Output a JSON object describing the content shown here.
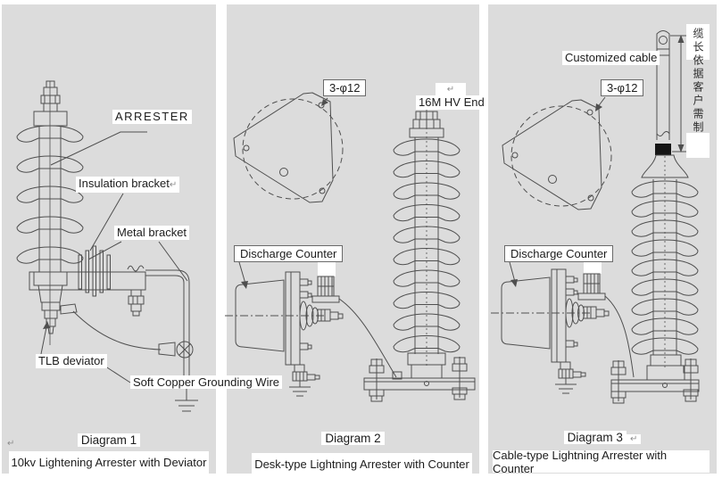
{
  "colors": {
    "page_bg": "#ffffff",
    "panel_bg": "#dcdcdc",
    "line": "#4f4f4f",
    "text": "#1c1c1c",
    "label_bg": "#ffffff",
    "cable_band": "#161616"
  },
  "marks": {
    "return": "↵"
  },
  "panel1": {
    "labels": {
      "arrester": "ARRESTER",
      "insulation_bracket": "Insulation bracket",
      "metal_bracket": "Metal bracket",
      "tlb_deviator": "TLB deviator",
      "grounding_wire": "Soft Copper Grounding Wire"
    },
    "diagram_label": "Diagram 1",
    "caption": "10kv Lightening Arrester with Deviator"
  },
  "panel2": {
    "labels": {
      "mounting_holes": "3-φ12",
      "hv_end": "16M HV End",
      "discharge_counter": "Discharge Counter"
    },
    "diagram_label": "Diagram 2",
    "caption": "Desk-type Lightning Arrester with Counter"
  },
  "panel3": {
    "labels": {
      "customized_cable": "Customized cable",
      "mounting_holes": "3-φ12",
      "discharge_counter": "Discharge Counter",
      "cable_length_note_cn": "缆长依据客户需制"
    },
    "diagram_label": "Diagram 3",
    "caption": "Cable-type Lightning Arrester with Counter"
  }
}
